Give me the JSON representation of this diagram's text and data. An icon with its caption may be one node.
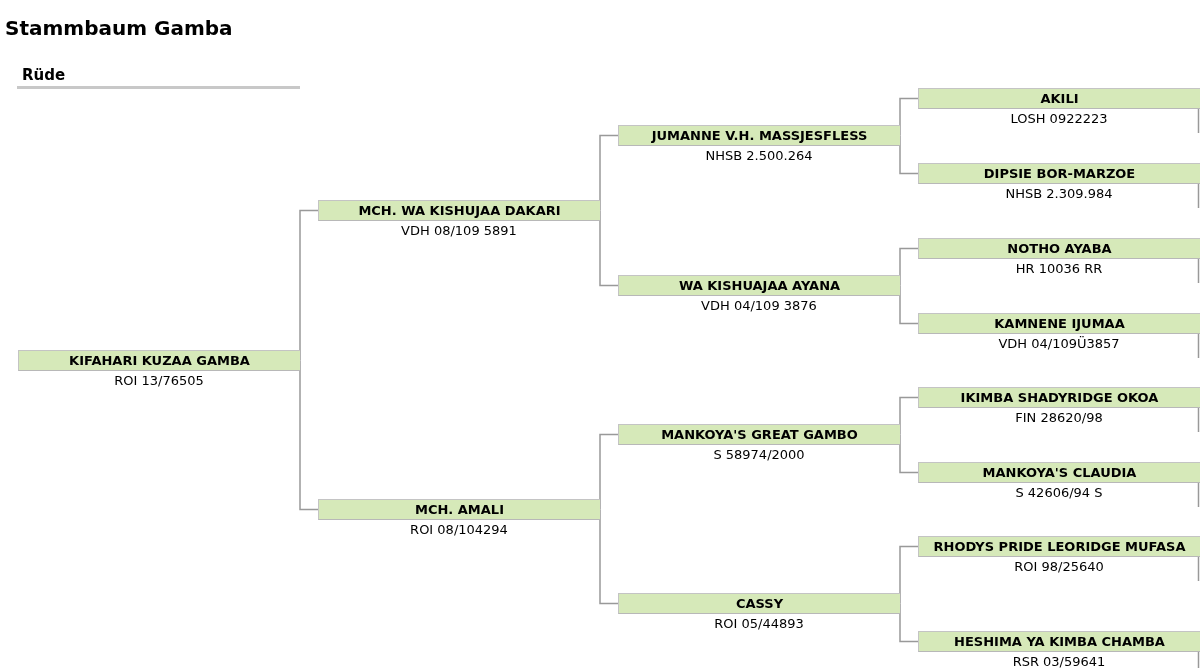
{
  "diagram": {
    "title": "Stammbaum Gamba",
    "nodes": [
      {
        "text": [
          "KIFAHARI KUZAA GAMBA",
          "ROI 13/76505"
        ]
      },
      {
        "text": [
          "MCH. WA KISHUJAA DAKARI",
          "VDH 08/109 5891"
        ]
      },
      {
        "text": [
          "MCH. AMALI",
          "ROI 08/104294"
        ]
      },
      {
        "text": [
          "JUMANNE V.H. MASSJESFLESS",
          "NHSB 2.500.264"
        ]
      },
      {
        "text": [
          "WA KISHUAJAA AYANA",
          "VDH 04/109 3876"
        ]
      },
      {
        "text": [
          "MANKOYA'S GREAT GAMBO",
          "S 58974/2000"
        ]
      },
      {
        "text": [
          "CASSY",
          "ROI 05/44893"
        ]
      },
      {
        "text": [
          "AKILI",
          "LOSH 0922223"
        ]
      },
      {
        "text": [
          "DIPSIE BOR-MARZOE",
          "NHSB 2.309.984"
        ]
      },
      {
        "text": [
          "NOTHO AYABA",
          "HR 10036 RR"
        ]
      },
      {
        "text": [
          "KAMNENE IJUMAA",
          "VDH 04/109Ü3857"
        ]
      },
      {
        "text": [
          "IKIMBA SHADYRIDGE OKOA",
          "FIN 28620/98"
        ]
      },
      {
        "text": [
          "MANKOYA'S CLAUDIA",
          "S 42606/94 S"
        ]
      },
      {
        "text": [
          "RHODYS PRIDE LEORIDGE MUFASA",
          "ROI 98/25640"
        ]
      },
      {
        "text": [
          "HESHIMA YA KIMBA CHAMBA",
          "RSR 03/59641"
        ]
      }
    ],
    "edges": [
      {
        "from": 0,
        "to": 1,
        "arrow": "none"
      },
      {
        "from": 0,
        "to": 2,
        "arrow": "none"
      },
      {
        "from": 1,
        "to": 3,
        "arrow": "none"
      },
      {
        "from": 1,
        "to": 4,
        "arrow": "none"
      },
      {
        "from": 2,
        "to": 5,
        "arrow": "none"
      },
      {
        "from": 2,
        "to": 6,
        "arrow": "none"
      },
      {
        "from": 3,
        "to": 7,
        "arrow": "none"
      },
      {
        "from": 3,
        "to": 8,
        "arrow": "none"
      },
      {
        "from": 4,
        "to": 9,
        "arrow": "none"
      },
      {
        "from": 4,
        "to": 10,
        "arrow": "none"
      },
      {
        "from": 5,
        "to": 11,
        "arrow": "none"
      },
      {
        "from": 5,
        "to": 12,
        "arrow": "none"
      },
      {
        "from": 6,
        "to": 13,
        "arrow": "none"
      },
      {
        "from": 6,
        "to": 14,
        "arrow": "none"
      }
    ],
    "labels": [
      "Rüde"
    ]
  }
}
